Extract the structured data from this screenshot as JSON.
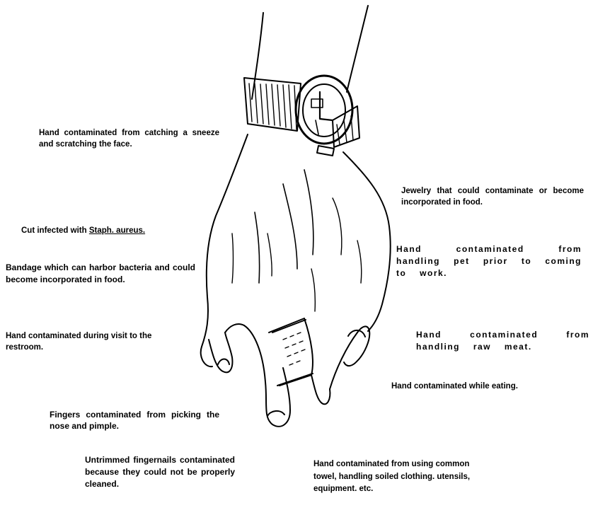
{
  "labels": {
    "sneeze": "Hand contaminated from catching a sneeze and scratching the face.",
    "jewelry": "Jewelry that could contaminate or become incorporated in food.",
    "cut_prefix": "Cut infected with ",
    "cut_organism": "Staph. aureus.",
    "pet": "Hand contaminated from handling pet prior to coming to work.",
    "bandage": "Bandage which can harbor bacteria and could become incorporated in food.",
    "restroom": "Hand contaminated during visit to the restroom.",
    "raw_meat": "Hand contaminated from handling raw meat.",
    "eating": "Hand contaminated while eating.",
    "nose": "Fingers contaminated from picking the nose and pimple.",
    "fingernails": "Untrimmed fingernails contaminated because they could not be properly cleaned.",
    "towel": "Hand contaminated from using common towel, handling soiled clothing. utensils, equipment. etc."
  }
}
